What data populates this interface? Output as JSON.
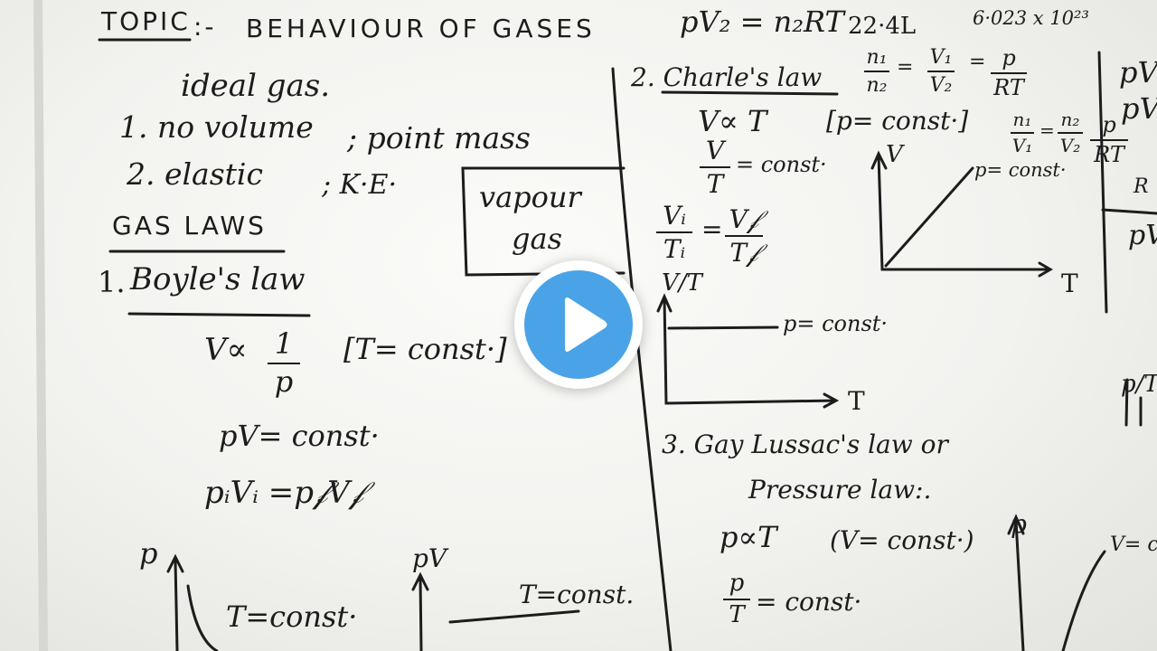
{
  "board": {
    "topic_label": "TOPIC",
    "topic_sep": ":-",
    "topic_title": "BEHAVIOUR OF GASES",
    "top_eq": "pV₂ = n₂RT",
    "molar_volume": "22·4L",
    "avogadro": "6·023 x 10²³",
    "ideal_gas": "ideal gas.",
    "point1": "1.  no volume",
    "point1b": "; point mass",
    "point2": "2.  elastic",
    "point2b": "; K·E·",
    "vapour": "vapour",
    "gas": "gas",
    "gas_laws": "GAS LAWS",
    "boyle_num": "1.",
    "boyle_title": "Boyle's law",
    "boyle_prop_left": "V∝",
    "boyle_prop_num": "1",
    "boyle_prop_den": "p",
    "boyle_cond": "[T= const·]",
    "boyle_eq1": "pV= const·",
    "boyle_eq2": "pᵢVᵢ =p𝒻V𝒻",
    "graph_p_axis": "p",
    "graph_pv_axis": "pV",
    "t_const_1": "T=const·",
    "t_const_2": "T=const.",
    "charles_title": "2. Charle's law",
    "charles_prop": "V∝ T",
    "charles_cond": "[p= const·]",
    "charles_eq_num": "V",
    "charles_eq_den": "T",
    "charles_eq_rhs": "= const·",
    "frac_vi": "Vᵢ",
    "frac_ti": "Tᵢ",
    "frac_vf": "V𝒻",
    "frac_tf": "T𝒻",
    "eq_sign": "=",
    "vt_axis": "V/T",
    "t_axis": "T",
    "p_const_1": "p= const·",
    "v_axis": "V",
    "p_const_2": "p= const·",
    "gay_title": "3. Gay Lussac's law or",
    "pressure_law": "Pressure law:.",
    "gay_prop": "p∝T",
    "gay_cond": "(V= const·)",
    "gay_eq_num": "p",
    "gay_eq_den": "T",
    "gay_eq_rhs": "= const·",
    "n1": "n₁",
    "n2": "n₂",
    "v1": "V₁",
    "v2": "V₂",
    "p_over_rt_num": "p",
    "p_over_rt_den": "RT",
    "right_pv_1": "pV",
    "right_pv_2": "pV",
    "right_r": "R",
    "right_pv_3": "pV",
    "right_p_t": "p/T",
    "right_p": "p",
    "right_v_const": "V= c"
  },
  "player": {
    "play_icon": "play-icon"
  },
  "colors": {
    "play_blue": "#4aa3e6",
    "ink": "#1c1c1c"
  }
}
